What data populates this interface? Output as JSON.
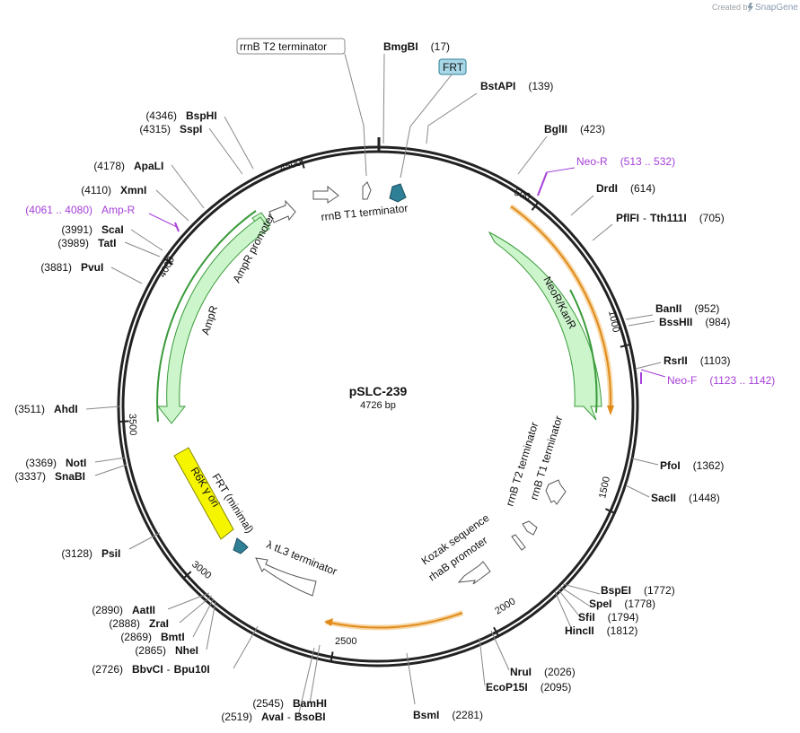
{
  "credit": {
    "prefix": "Created by",
    "brand": "SnapGene"
  },
  "plasmid": {
    "name": "pSLC-239",
    "length_label": "4726 bp"
  },
  "ticks": [
    "500",
    "1000",
    "1500",
    "2000",
    "2500",
    "3000",
    "3500",
    "4000",
    "4500"
  ],
  "sites": [
    {
      "name": "BmgBI",
      "pos": "(17)"
    },
    {
      "name": "BstAPI",
      "pos": "(139)"
    },
    {
      "name": "BglII",
      "pos": "(423)"
    },
    {
      "name": "DrdI",
      "pos": "(614)"
    },
    {
      "name": "PflFI",
      "name2": "Tth111I",
      "pos": "(705)"
    },
    {
      "name": "BanII",
      "pos": "(952)"
    },
    {
      "name": "BssHII",
      "pos": "(984)"
    },
    {
      "name": "RsrII",
      "pos": "(1103)"
    },
    {
      "name": "PfoI",
      "pos": "(1362)"
    },
    {
      "name": "SacII",
      "pos": "(1448)"
    },
    {
      "name": "BspEI",
      "pos": "(1772)"
    },
    {
      "name": "SpeI",
      "pos": "(1778)"
    },
    {
      "name": "SfiI",
      "pos": "(1794)"
    },
    {
      "name": "HincII",
      "pos": "(1812)"
    },
    {
      "name": "NruI",
      "pos": "(2026)"
    },
    {
      "name": "EcoP15I",
      "pos": "(2095)"
    },
    {
      "name": "BsmI",
      "pos": "(2281)"
    },
    {
      "name": "BamHI",
      "pos": "(2545)"
    },
    {
      "name": "AvaI",
      "name2": "BsoBI",
      "pos": "(2519)"
    },
    {
      "name": "BbvCI",
      "name2": "Bpu10I",
      "pos": "(2726)"
    },
    {
      "name": "NheI",
      "pos": "(2865)"
    },
    {
      "name": "BmtI",
      "pos": "(2869)"
    },
    {
      "name": "ZraI",
      "pos": "(2888)"
    },
    {
      "name": "AatII",
      "pos": "(2890)"
    },
    {
      "name": "PsiI",
      "pos": "(3128)"
    },
    {
      "name": "SnaBI",
      "pos": "(3337)"
    },
    {
      "name": "NotI",
      "pos": "(3369)"
    },
    {
      "name": "AhdI",
      "pos": "(3511)"
    },
    {
      "name": "PvuI",
      "pos": "(3881)"
    },
    {
      "name": "TatI",
      "pos": "(3989)"
    },
    {
      "name": "ScaI",
      "pos": "(3991)"
    },
    {
      "name": "XmnI",
      "pos": "(4110)"
    },
    {
      "name": "ApaLI",
      "pos": "(4178)"
    },
    {
      "name": "SspI",
      "pos": "(4315)"
    },
    {
      "name": "BspHI",
      "pos": "(4346)"
    }
  ],
  "primers": [
    {
      "name": "Neo-R",
      "range": "(513 .. 532)"
    },
    {
      "name": "Neo-F",
      "range": "(1123 .. 1142)"
    },
    {
      "name": "Amp-R",
      "range": "(4061 .. 4080)"
    }
  ],
  "features": [
    {
      "name": "rrnB T2 terminator"
    },
    {
      "name": "FRT"
    },
    {
      "name": "rrnB T1 terminator"
    },
    {
      "name": "NeoR/KanR"
    },
    {
      "name": "rrnB T2 terminator"
    },
    {
      "name": "rrnB T1 terminator"
    },
    {
      "name": "Kozak sequence"
    },
    {
      "name": "rhaB promoter"
    },
    {
      "name": "λ tL3 terminator"
    },
    {
      "name": "FRT (minimal)"
    },
    {
      "name": "R6K γ ori"
    },
    {
      "name": "AmpR"
    },
    {
      "name": "AmpR promoter"
    }
  ],
  "colors": {
    "backbone": "#222222",
    "resistance_fill": "#ccf5cc",
    "resistance_stroke": "#3a9a3a",
    "primer_arrow": "#e08a1a",
    "primer_glow": "#f7d7a5",
    "primer_label": "#a640d8",
    "ori": "#f5f500",
    "frt": "#2f7f96",
    "frt_box": "#a8d8e8"
  }
}
